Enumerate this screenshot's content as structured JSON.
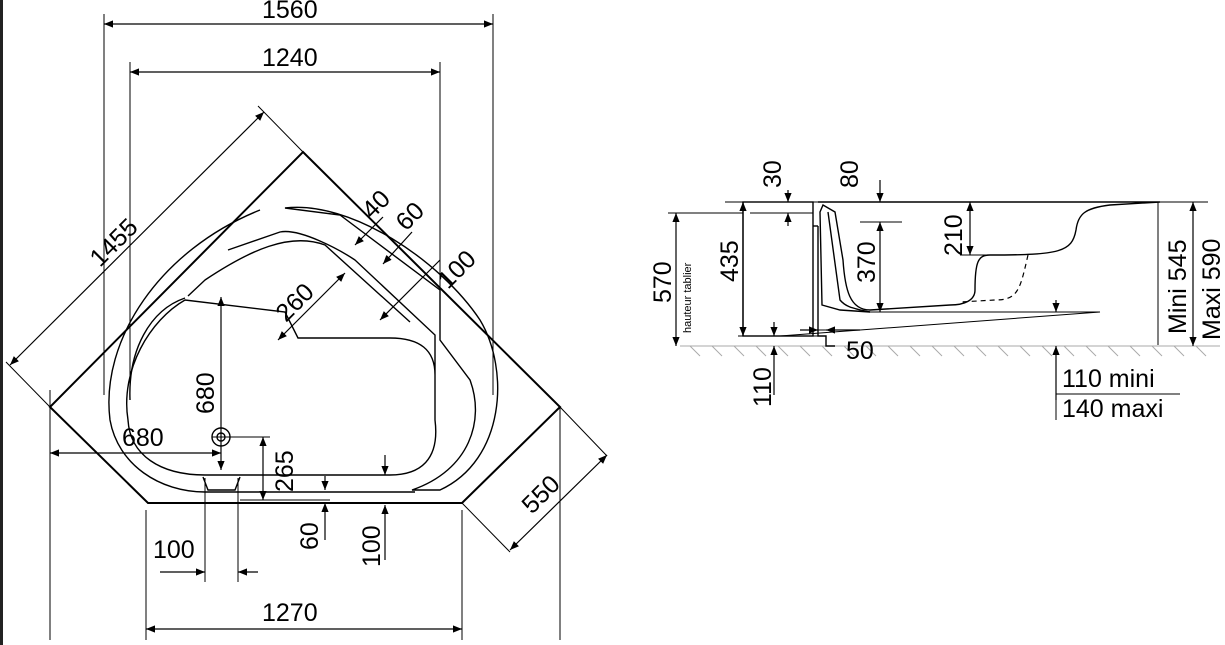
{
  "plan": {
    "dim_width_total": "1560",
    "dim_width_inner": "1240",
    "dim_diagonal": "1455",
    "dim_40": "40",
    "dim_60_rim": "60",
    "dim_100_rim": "100",
    "dim_260": "260",
    "dim_680_vertical": "680",
    "dim_680_horizontal": "680",
    "dim_265": "265",
    "dim_60_bottom": "60",
    "dim_100_bottom": "100",
    "dim_100_drain": "100",
    "dim_front_width": "1270",
    "dim_side": "550"
  },
  "section": {
    "dim_30": "30",
    "dim_80": "80",
    "dim_570": "570",
    "label_apron_height": "hauteur tablier",
    "dim_435": "435",
    "dim_370": "370",
    "dim_210": "210",
    "dim_50": "50",
    "dim_110": "110",
    "feet_min": "110 mini",
    "feet_max": "140 maxi",
    "total_min": "Mini 545",
    "total_max": "Maxi 590"
  }
}
